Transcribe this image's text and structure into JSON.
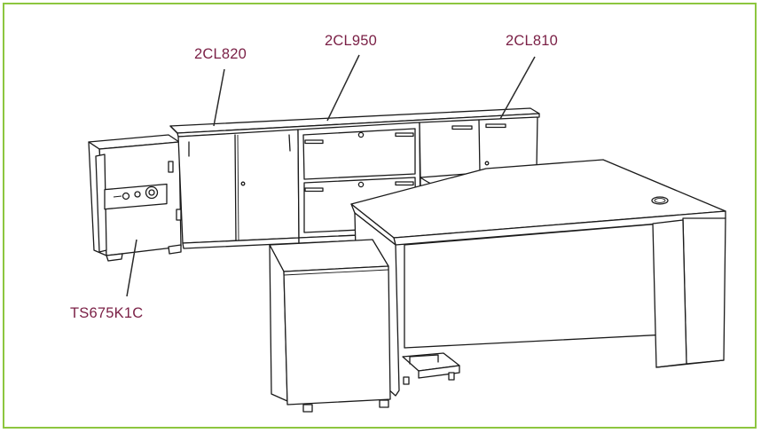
{
  "callouts": [
    {
      "id": "2cl820",
      "text": "2CL820"
    },
    {
      "id": "2cl950",
      "text": "2CL950"
    },
    {
      "id": "2cl810",
      "text": "2CL810"
    },
    {
      "id": "ts675k1c",
      "text": "TS675K1C"
    }
  ],
  "colors": {
    "border": "#8dc63f",
    "label": "#7a1f45",
    "line": "#1b1b1b"
  }
}
